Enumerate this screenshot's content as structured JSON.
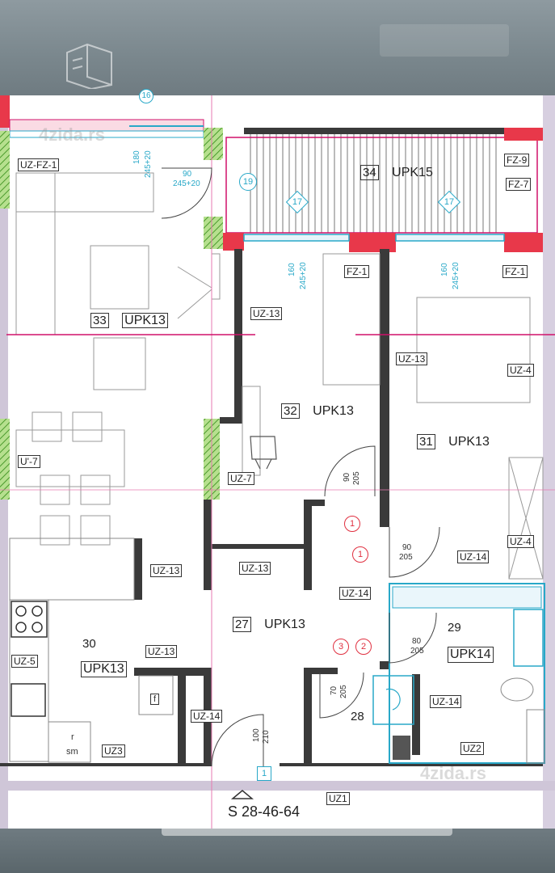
{
  "rooms": [
    {
      "no": "34",
      "code": "UPK15"
    },
    {
      "no": "33",
      "code": "UPK13"
    },
    {
      "no": "32",
      "code": "UPK13"
    },
    {
      "no": "31",
      "code": "UPK13"
    },
    {
      "no": "30",
      "code": "UPK13"
    },
    {
      "no": "27",
      "code": "UPK13"
    },
    {
      "no": "29",
      "code": "UPK14"
    },
    {
      "no": "28",
      "code": ""
    }
  ],
  "tags": {
    "uz_fz1": "UZ-FZ-1",
    "fz9": "FZ-9",
    "fz7": "FZ-7",
    "fz1": "FZ-1",
    "uz13": "UZ-13",
    "uz4": "UZ-4",
    "uz7a": "UZ-7",
    "uz7b": "U'-7",
    "uz14": "UZ-14",
    "uz5": "UZ-5",
    "uz3": "UZ3",
    "uz2": "UZ2",
    "uz1": "UZ1"
  },
  "dims": {
    "d180": "180",
    "d245_20": "245+20",
    "d90": "90",
    "d160": "160",
    "d205": "205",
    "d80": "80",
    "d70": "70",
    "d100": "100",
    "d210": "210"
  },
  "circles": {
    "c16": "16",
    "c19": "19",
    "c17": "17",
    "c1": "1",
    "c2": "2",
    "c3": "3"
  },
  "appliance": {
    "fridge": "f",
    "r": "r",
    "sm": "sm"
  },
  "section_label": "S 28-46-64",
  "watermark": "4zida.rs",
  "colors": {
    "wall": "#3a3a3a",
    "magenta": "#d0106a",
    "cyan": "#28a8c8",
    "red": "#e03040",
    "hatch": "#7cc04a",
    "pink_line": "#e77ab0"
  }
}
